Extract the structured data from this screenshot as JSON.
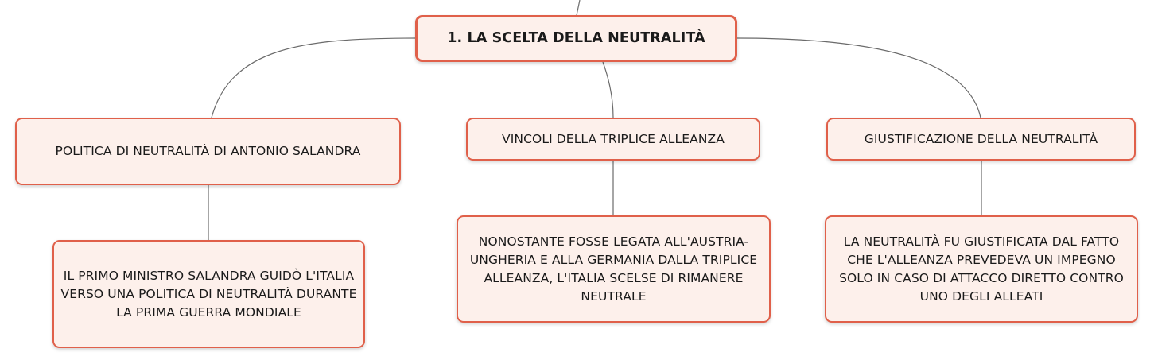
{
  "colors": {
    "node_border": "#e0604a",
    "node_fill": "#fdf0eb",
    "connector": "#6b6b6b",
    "text": "#1a1a1a"
  },
  "root": {
    "label": "1. LA SCELTA DELLA NEUTRALITÀ"
  },
  "topics": [
    {
      "label": "POLITICA DI NEUTRALITÀ DI ANTONIO SALANDRA",
      "detail": "IL PRIMO MINISTRO SALANDRA GUIDÒ L'ITALIA VERSO UNA POLITICA DI NEUTRALITÀ DURANTE LA PRIMA GUERRA MONDIALE"
    },
    {
      "label": "VINCOLI DELLA TRIPLICE ALLEANZA",
      "detail": "NONOSTANTE FOSSE LEGATA ALL'AUSTRIA-UNGHERIA E ALLA GERMANIA DALLA TRIPLICE ALLEANZA, L'ITALIA SCELSE DI RIMANERE NEUTRALE"
    },
    {
      "label": "GIUSTIFICAZIONE DELLA NEUTRALITÀ",
      "detail": "LA NEUTRALITÀ FU GIUSTIFICATA DAL FATTO CHE L'ALLEANZA PREVEDEVA UN IMPEGNO SOLO IN CASO DI ATTACCO DIRETTO CONTRO UNO DEGLI ALLEATI"
    }
  ]
}
